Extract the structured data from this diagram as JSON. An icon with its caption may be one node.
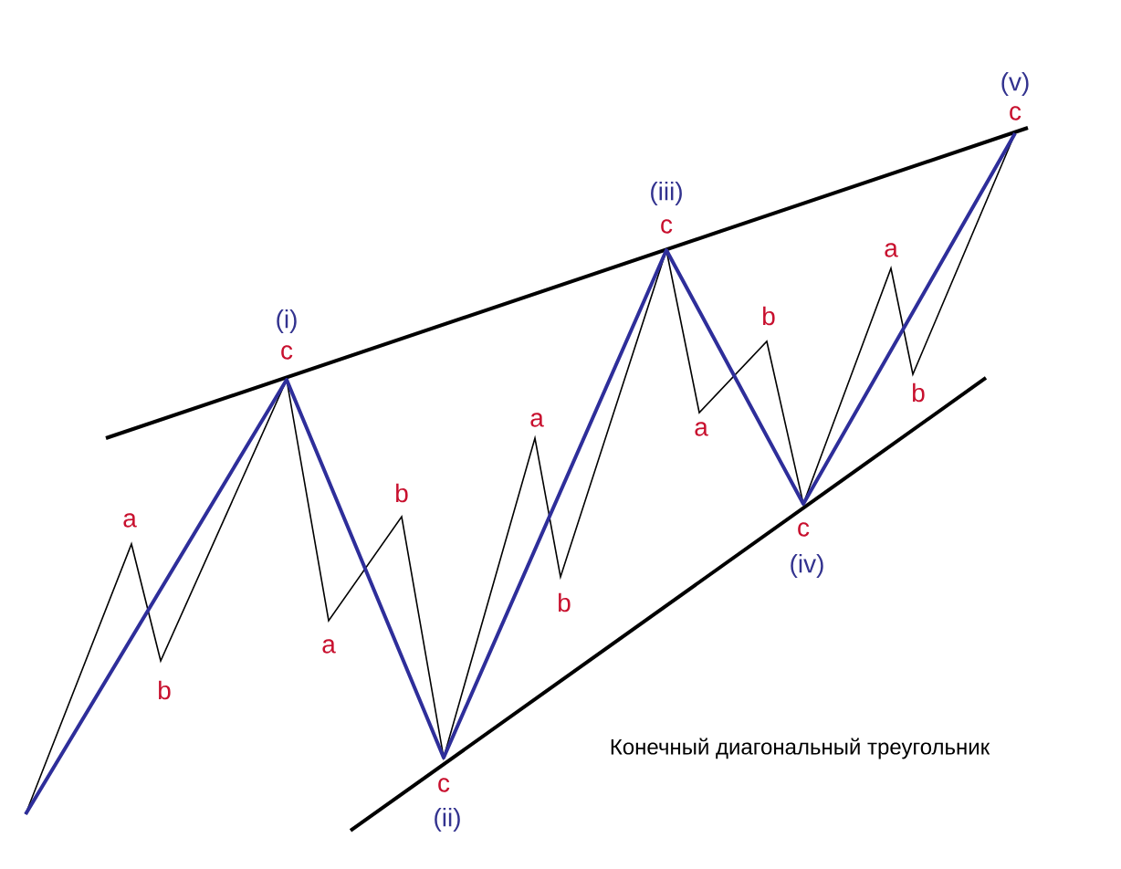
{
  "diagram": {
    "caption": "Конечный диагональный треугольник",
    "labels": [
      "a",
      "b",
      "(i)",
      "c",
      "a",
      "b",
      "c",
      "(ii)",
      "a",
      "b",
      "(iii)",
      "c",
      "a",
      "b",
      "c",
      "(iv)",
      "a",
      "b",
      "(v)",
      "c"
    ]
  }
}
